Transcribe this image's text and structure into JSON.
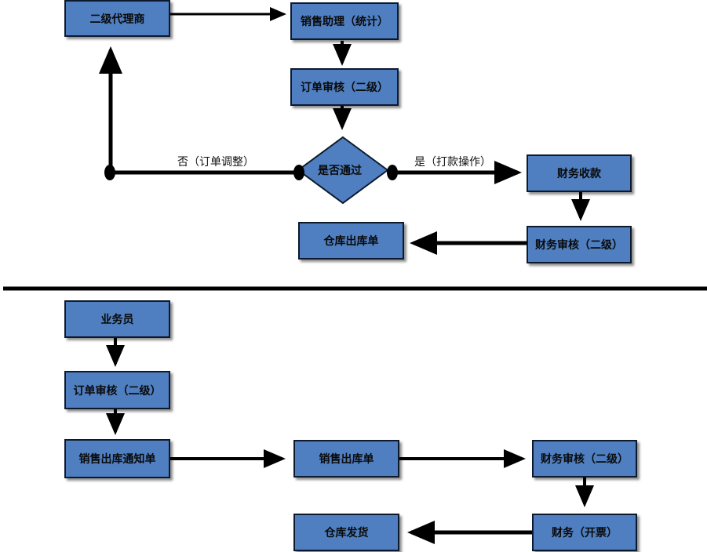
{
  "flow_top": {
    "nodes": {
      "agent": "二级代理商",
      "sales_assistant": "销售助理（统计）",
      "order_review": "订单审核（二级）",
      "decision": "是否通过",
      "finance_receipt": "财务收款",
      "finance_review": "财务审核（二级）",
      "warehouse_out": "仓库出库单"
    },
    "labels": {
      "reject": "否（订单调整）",
      "approve": "是（打款操作）"
    }
  },
  "flow_bottom": {
    "nodes": {
      "salesperson": "业务员",
      "order_review": "订单审核（二级）",
      "out_notice": "销售出库通知单",
      "sales_out": "销售出库单",
      "finance_review": "财务审核（二级）",
      "finance_invoice": "财务（开票）",
      "warehouse_ship": "仓库发货"
    }
  },
  "colors": {
    "node_fill": "#4f7fc0",
    "line": "#000000"
  }
}
